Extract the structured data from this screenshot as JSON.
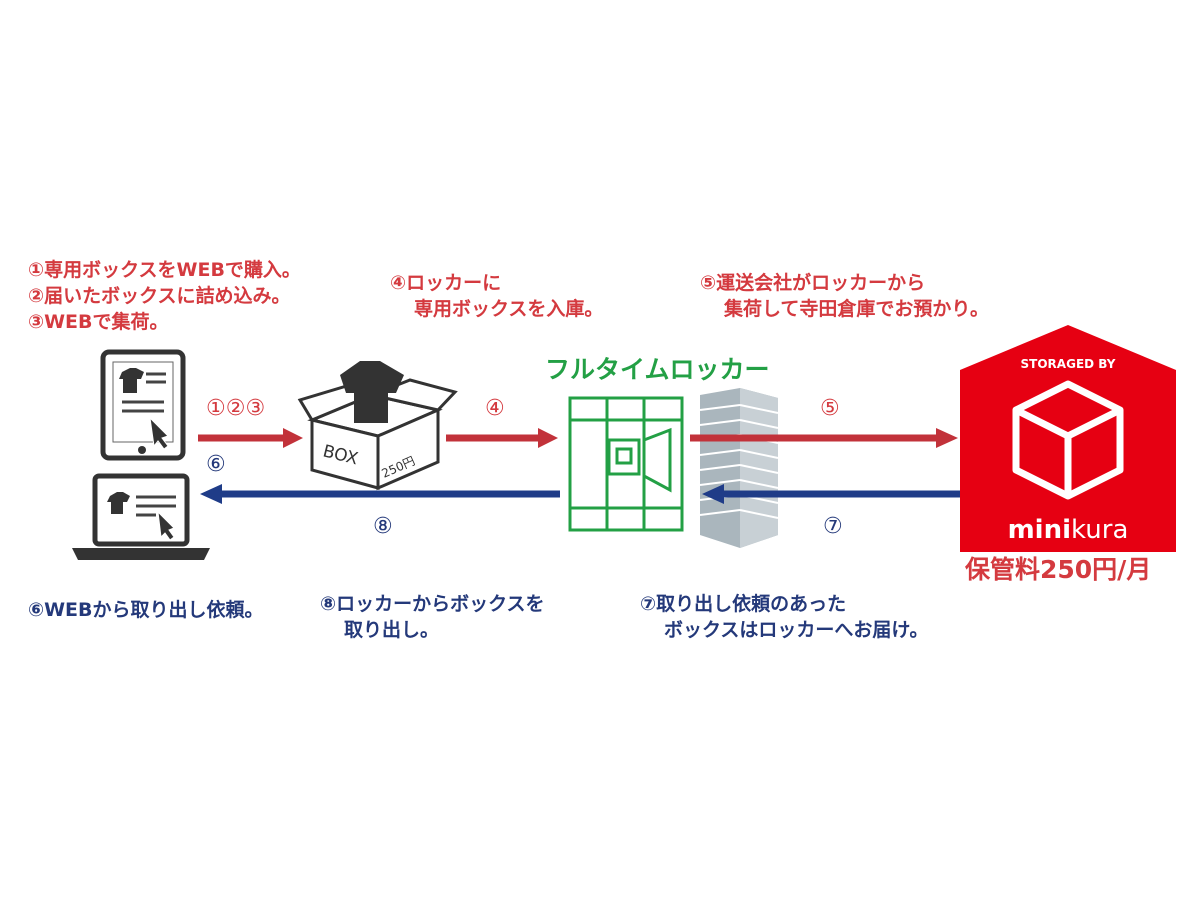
{
  "left_steps": [
    "①専用ボックスをWEBで購入。",
    "②届いたボックスに詰め込み。",
    "③WEBで集荷。"
  ],
  "locker_steps": [
    "④ロッカーに",
    "専用ボックスを入庫。"
  ],
  "transport_steps": [
    "⑤運送会社がロッカーから",
    "集荷して寺田倉庫でお預かり。"
  ],
  "locker_title": "フルタイムロッカー",
  "arrow_labels": {
    "a123": "①②③",
    "a4": "④",
    "a5": "⑤",
    "a6": "⑥",
    "a7": "⑦",
    "a8": "⑧"
  },
  "box_label": "BOX",
  "box_price_label": "250円",
  "minikura": {
    "storaged_by": "STORAGED BY",
    "logo_mini": "mini",
    "logo_kura": "kura",
    "fee": "保管料250円/月"
  },
  "bottom_notes": {
    "n6": [
      "⑥WEBから取り出し依頼。"
    ],
    "n8": [
      "⑧ロッカーからボックスを",
      "取り出し。"
    ],
    "n7": [
      "⑦取り出し依頼のあった",
      "ボックスはロッカーへお届け。"
    ]
  },
  "colors": {
    "red": "#d43a3f",
    "blue": "#24397a",
    "green": "#23a045",
    "minikura_red": "#e60012"
  }
}
